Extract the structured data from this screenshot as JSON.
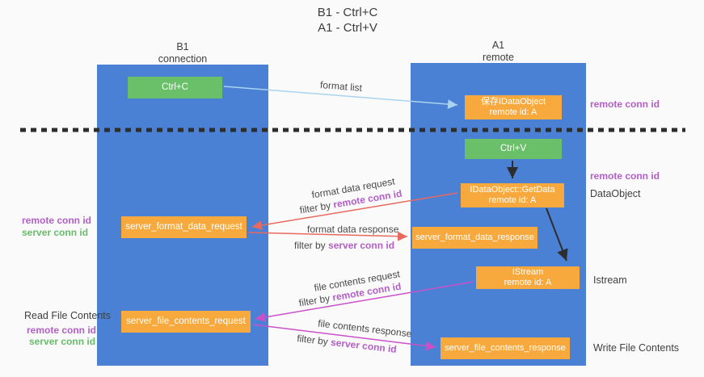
{
  "title": {
    "line1": "B1 - Ctrl+C",
    "line2": "A1 - Ctrl+V"
  },
  "lifelines": {
    "b1": {
      "name": "B1",
      "role": "connection"
    },
    "a1": {
      "name": "A1",
      "role": "remote"
    }
  },
  "nodes": {
    "ctrl_c": {
      "label": "Ctrl+C"
    },
    "ctrl_v": {
      "label": "Ctrl+V"
    },
    "save_idataobject": {
      "line1": "保存IDataObject",
      "line2": "remote id: A"
    },
    "idataobject_getdata": {
      "line1": "IDataObject::GetData",
      "line2": "remote id: A"
    },
    "istream": {
      "line1": "IStream",
      "line2": "remote id: A"
    },
    "server_format_data_request": {
      "label": "server_format_data_request"
    },
    "server_format_data_response": {
      "label": "server_format_data_response"
    },
    "server_file_contents_request": {
      "label": "server_file_contents_request"
    },
    "server_file_contents_response": {
      "label": "server_file_contents_response"
    }
  },
  "arrow_labels": {
    "format_list": "format list",
    "format_data_request": "format data request",
    "format_data_response": "format data response",
    "file_contents_request": "file contents request",
    "file_contents_response": "file contents response",
    "filter_by": "filter by ",
    "remote_conn_id": "remote conn id",
    "server_conn_id": "server conn id"
  },
  "side_labels": {
    "right_remote_conn_id_top": "remote conn id",
    "right_remote_conn_id_mid": "remote conn id",
    "dataobject": "DataObject",
    "istream": "Istream",
    "write_file_contents": "Write File Contents",
    "read_file_contents": "Read File Contents",
    "left_remote_conn_id_top": "remote conn id",
    "left_server_conn_id_top": "server conn id",
    "left_remote_conn_id_bottom": "remote conn id",
    "left_server_conn_id_bottom": "server conn id"
  },
  "colors": {
    "lifeline_blue": "#4b81d5",
    "action_green": "#6abf69",
    "message_orange": "#f8a93d",
    "arrow_red": "#e8695e",
    "arrow_magenta": "#ca50ca",
    "arrow_lightblue": "#a9d3ee",
    "arrow_black": "#2d2d2d",
    "conn_id_purple": "#b35fc7",
    "conn_id_green": "#67bd6a",
    "text_dark": "#3f3f3f",
    "background": "#fafafa"
  }
}
